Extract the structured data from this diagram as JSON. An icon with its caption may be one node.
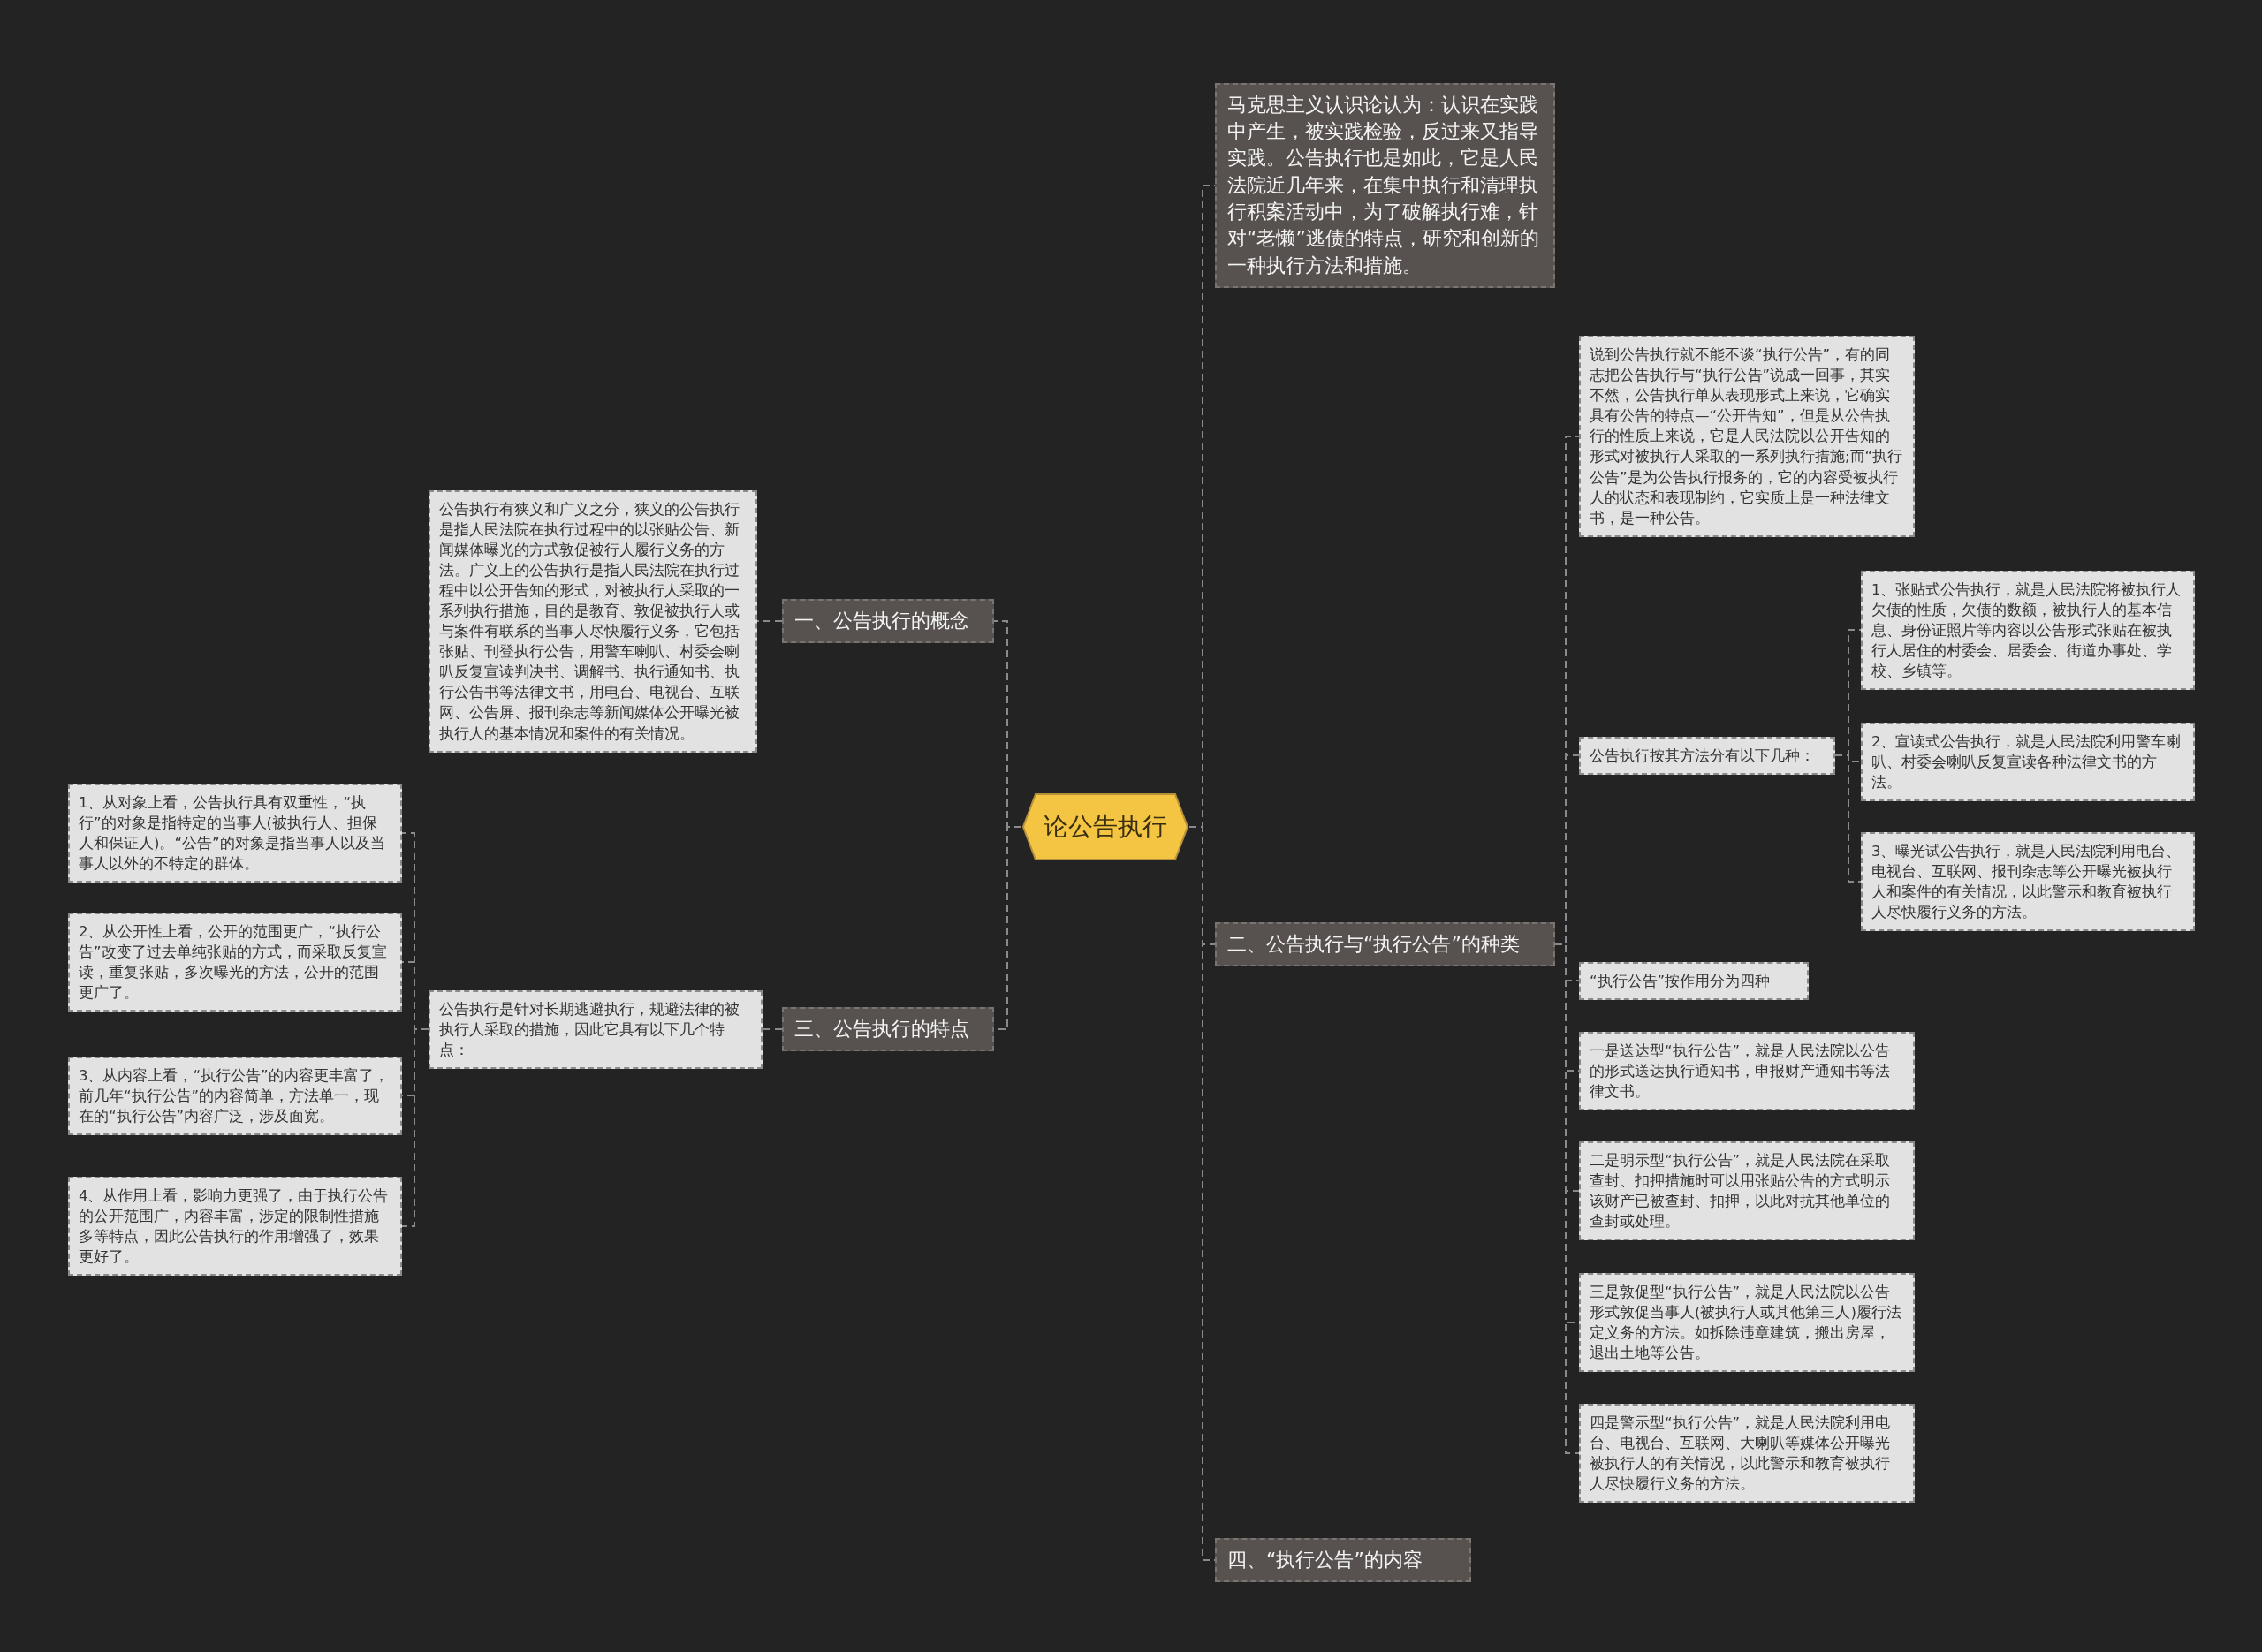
{
  "diagram": {
    "nodes": [
      {
        "text": [
          "论公告执行"
        ]
      },
      {
        "text": [
          "马克思主义认识论认为：认识在实践中产生，被实践检验，反过来又指导实践。公告执行也是如此，它是人民法院近几年来，在集中执行和清理执行积案活动中，为了破解执行难，针对“老懒”逃债的特点，研究和创新的一种执行方法和措施。"
        ]
      },
      {
        "text": [
          "二、公告执行与“执行公告”的种类"
        ]
      },
      {
        "text": [
          "四、“执行公告”的内容"
        ]
      },
      {
        "text": [
          "一、公告执行的概念"
        ]
      },
      {
        "text": [
          "三、公告执行的特点"
        ]
      },
      {
        "text": [
          "说到公告执行就不能不谈“执行公告”，有的同志把公告执行与“执行公告”说成一回事，其实不然，公告执行单从表现形式上来说，它确实具有公告的特点—“公开告知”，但是从公告执行的性质上来说，它是人民法院以公开告知的形式对被执行人采取的一系列执行措施;而“执行公告”是为公告执行报务的，它的内容受被执行人的状态和表现制约，它实质上是一种法律文书，是一种公告。"
        ]
      },
      {
        "text": [
          "公告执行按其方法分有以下几种："
        ]
      },
      {
        "text": [
          "1、张贴式公告执行，就是人民法院将被执行人欠债的性质，欠债的数额，被执行人的基本信息、身份证照片等内容以公告形式张贴在被执行人居住的村委会、居委会、街道办事处、学校、乡镇等。"
        ]
      },
      {
        "text": [
          "2、宣读式公告执行，就是人民法院利用警车喇叭、村委会喇叭反复宣读各种法律文书的方法。"
        ]
      },
      {
        "text": [
          "3、曝光试公告执行，就是人民法院利用电台、电视台、互联网、报刊杂志等公开曝光被执行人和案件的有关情况，以此警示和教育被执行人尽快履行义务的方法。"
        ]
      },
      {
        "text": [
          "“执行公告”按作用分为四种"
        ]
      },
      {
        "text": [
          "一是送达型“执行公告”，就是人民法院以公告的形式送达执行通知书，申报财产通知书等法律文书。"
        ]
      },
      {
        "text": [
          "二是明示型“执行公告”，就是人民法院在采取查封、扣押措施时可以用张贴公告的方式明示该财产已被查封、扣押，以此对抗其他单位的查封或处理。"
        ]
      },
      {
        "text": [
          "三是敦促型“执行公告”，就是人民法院以公告形式敦促当事人(被执行人或其他第三人)履行法定义务的方法。如拆除违章建筑，搬出房屋，退出土地等公告。"
        ]
      },
      {
        "text": [
          "四是警示型“执行公告”，就是人民法院利用电台、电视台、互联网、大喇叭等媒体公开曝光被执行人的有关情况，以此警示和教育被执行人尽快履行义务的方法。"
        ]
      },
      {
        "text": [
          "公告执行有狭义和广义之分，狭义的公告执行是指人民法院在执行过程中的以张贴公告、新闻媒体曝光的方式敦促被行人履行义务的方法。广义上的公告执行是指人民法院在执行过程中以公开告知的形式，对被执行人采取的一系列执行措施，目的是教育、敦促被执行人或与案件有联系的当事人尽快履行义务，它包括张贴、刊登执行公告，用警车喇叭、村委会喇叭反复宣读判决书、调解书、执行通知书、执行公告书等法律文书，用电台、电视台、互联网、公告屏、报刊杂志等新闻媒体公开曝光被执行人的基本情况和案件的有关情况。"
        ]
      },
      {
        "text": [
          "公告执行是针对长期逃避执行，规避法律的被执行人采取的措施，因此它具有以下几个特点："
        ]
      },
      {
        "text": [
          "1、从对象上看，公告执行具有双重性，“执行”的对象是指特定的当事人(被执行人、担保人和保证人)。“公告”的对象是指当事人以及当事人以外的不特定的群体。"
        ]
      },
      {
        "text": [
          "2、从公开性上看，公开的范围更广，“执行公告”改变了过去单纯张贴的方式，而采取反复宣读，重复张贴，多次曝光的方法，公开的范围更广了。"
        ]
      },
      {
        "text": [
          "3、从内容上看，“执行公告”的内容更丰富了，前几年“执行公告”的内容简单，方法单一，现在的“执行公告”内容广泛，涉及面宽。"
        ]
      },
      {
        "text": [
          "4、从作用上看，影响力更强了，由于执行公告的公开范围广，内容丰富，涉定的限制性措施多等特点，因此公告执行的作用增强了，效果更好了。"
        ]
      }
    ],
    "edges": [
      {
        "from": 0,
        "to": 1,
        "arrow": "none"
      },
      {
        "from": 0,
        "to": 2,
        "arrow": "none"
      },
      {
        "from": 0,
        "to": 3,
        "arrow": "none"
      },
      {
        "from": 0,
        "to": 4,
        "arrow": "none"
      },
      {
        "from": 0,
        "to": 5,
        "arrow": "none"
      },
      {
        "from": 2,
        "to": 6,
        "arrow": "none"
      },
      {
        "from": 2,
        "to": 7,
        "arrow": "none"
      },
      {
        "from": 7,
        "to": 8,
        "arrow": "none"
      },
      {
        "from": 7,
        "to": 9,
        "arrow": "none"
      },
      {
        "from": 7,
        "to": 10,
        "arrow": "none"
      },
      {
        "from": 2,
        "to": 11,
        "arrow": "none"
      },
      {
        "from": 2,
        "to": 12,
        "arrow": "none"
      },
      {
        "from": 2,
        "to": 13,
        "arrow": "none"
      },
      {
        "from": 2,
        "to": 14,
        "arrow": "none"
      },
      {
        "from": 2,
        "to": 15,
        "arrow": "none"
      },
      {
        "from": 4,
        "to": 16,
        "arrow": "none"
      },
      {
        "from": 5,
        "to": 17,
        "arrow": "none"
      },
      {
        "from": 17,
        "to": 18,
        "arrow": "none"
      },
      {
        "from": 17,
        "to": 19,
        "arrow": "none"
      },
      {
        "from": 17,
        "to": 20,
        "arrow": "none"
      },
      {
        "from": 17,
        "to": 21,
        "arrow": "none"
      }
    ]
  }
}
